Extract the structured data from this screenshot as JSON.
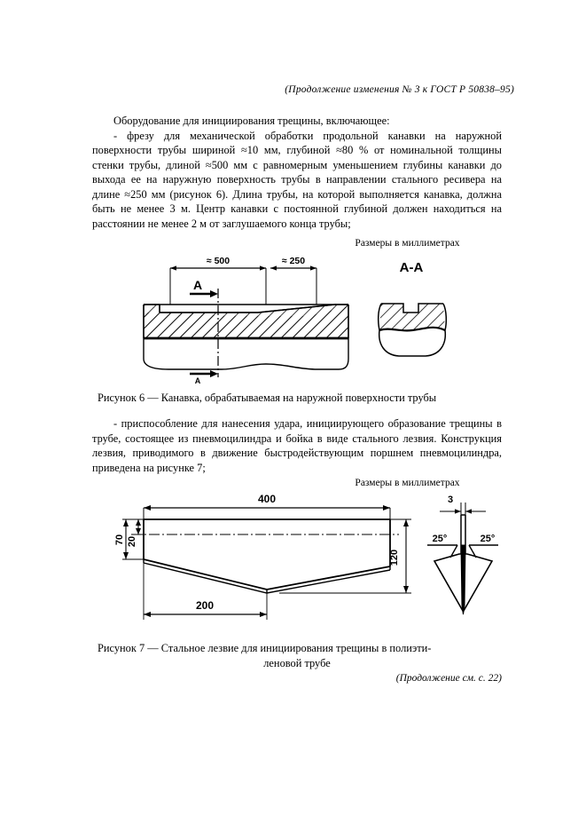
{
  "document": {
    "running_head": "(Продолжение изменения № 3 к ГОСТ Р 50838–95)",
    "continuation_note": "(Продолжение см. с. 22)"
  },
  "paragraph1": {
    "intro": "Оборудование для инициирования трещины, включающее:",
    "body": "- фрезу для механической обработки продольной канавки на наружной поверхности трубы шириной ≈10 мм, глубиной  ≈80 % от номинальной толщины стенки трубы, длиной  ≈500 мм с равномерным уменьшением глубины канавки до выхода ее на наружную поверхность трубы в направлении стального ресивера на длине  ≈250 мм (рисунок 6). Длина трубы, на которой выполняется канавка, должна быть не менее 3 м. Центр канавки с постоянной глубиной должен находиться на расстоянии не менее 2 м от заглушаемого конца трубы;"
  },
  "paragraph2": {
    "body": "- приспособление для нанесения удара, инициирующего образование трещины в трубе, состоящее из пневмоцилиндра и бойка в виде стального лезвия. Конструкция лезвия, приводимого в движение быстродействующим поршнем пневмоцилиндра, приведена на рисунке 7;"
  },
  "units_note_1": "Размеры в миллиметрах",
  "units_note_2": "Размеры в миллиметрах",
  "figure6": {
    "caption": "Рисунок 6 — Канавка, обрабатываемая на наружной поверхности трубы",
    "dim_left": "≈ 500",
    "dim_right": "≈ 250",
    "section_mark_top": "А",
    "section_mark_bottom": "А",
    "section_view_label": "A-A"
  },
  "figure7": {
    "caption_line1": "Рисунок 7 — Стальное лезвие для инициирования трещины в полиэти-",
    "caption_line2": "леновой трубе",
    "dim_length": "400",
    "dim_height_outer": "70",
    "dim_height_inner": "20",
    "dim_height_right": "120",
    "dim_half": "200",
    "dim_thickness": "3",
    "angle_left": "25°",
    "angle_right": "25°"
  },
  "colors": {
    "ink": "#000000",
    "paper": "#ffffff"
  }
}
